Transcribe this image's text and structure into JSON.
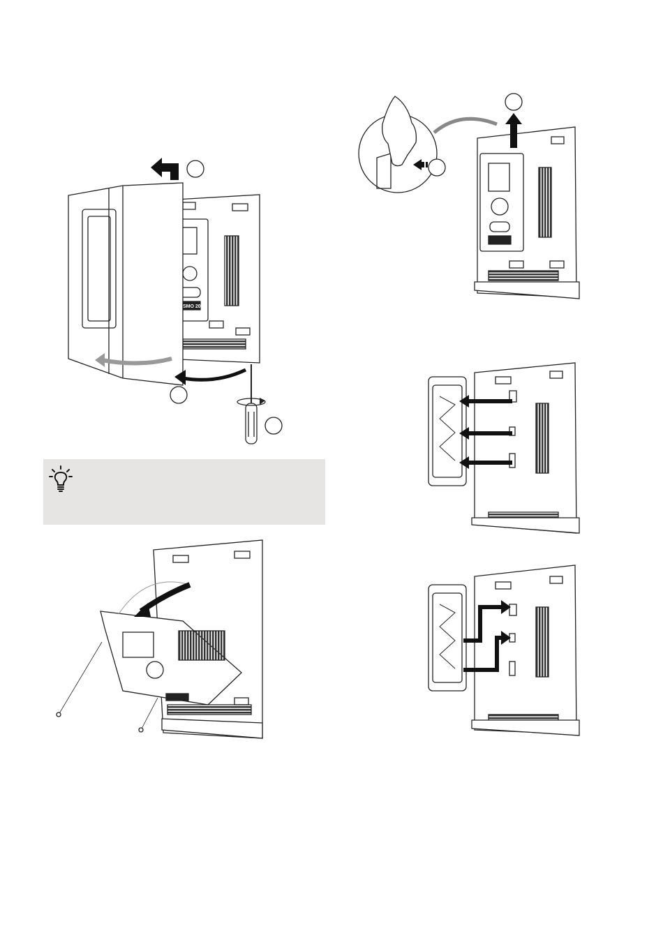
{
  "page": {
    "figures": [
      {
        "name": "remove-front-cover",
        "step_markers": [
          "",
          "",
          ""
        ]
      },
      {
        "name": "display-unit-lift-out",
        "step_markers": [
          "",
          ""
        ]
      },
      {
        "name": "display-unit-swing-down",
        "step_markers": []
      },
      {
        "name": "display-unit-attach",
        "step_markers": []
      },
      {
        "name": "display-unit-reconnect",
        "step_markers": []
      }
    ],
    "tip": {
      "icon": "lightbulb-icon",
      "text": ""
    },
    "unit_label": "SMO 20",
    "colors": {
      "note_background": "#e7e4e4",
      "line": "#222222",
      "arrow_grey": "#8a8a8a"
    }
  }
}
